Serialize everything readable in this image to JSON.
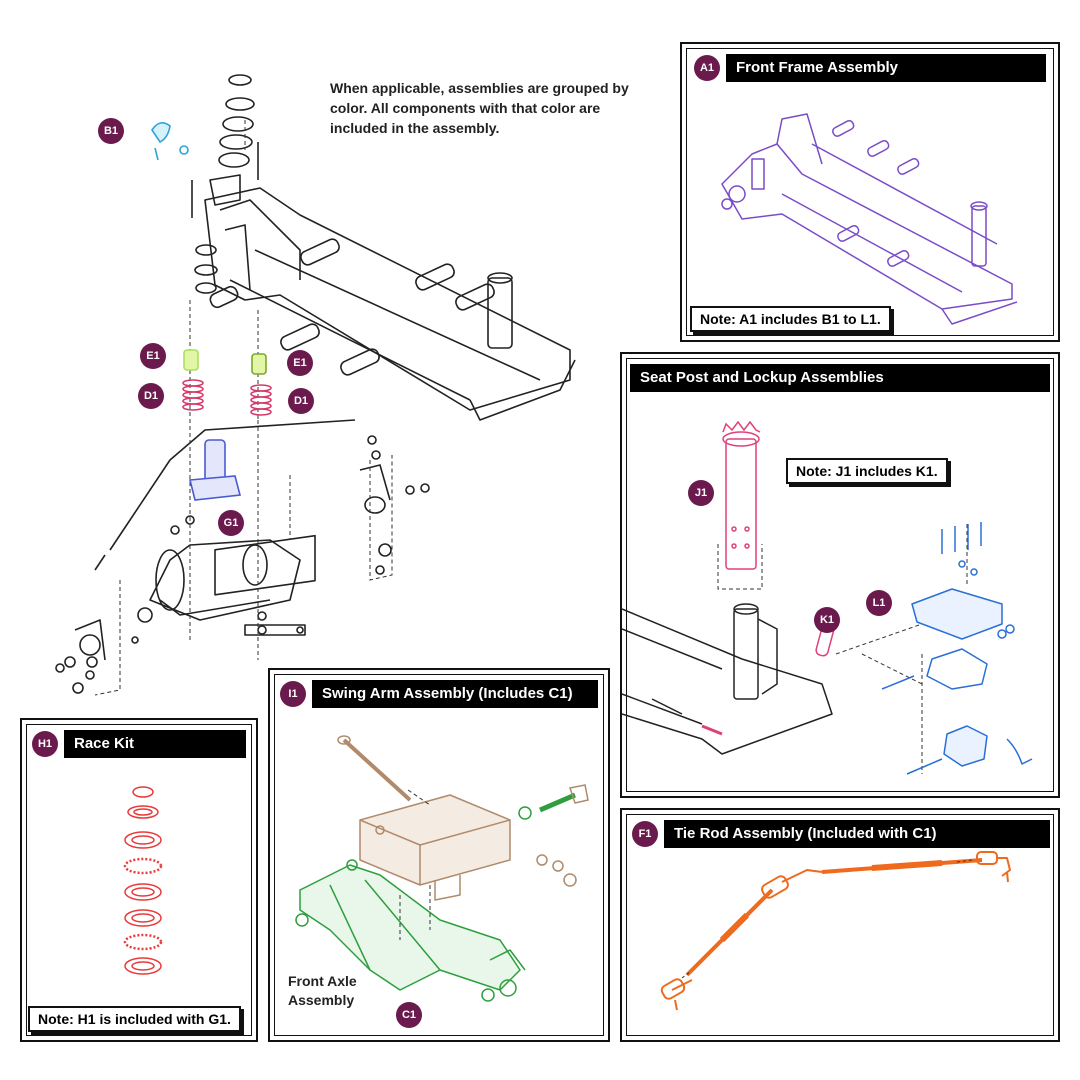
{
  "intro_text": "When applicable, assemblies are grouped by color. All components with that color are included in the assembly.",
  "colors": {
    "badge": "#6b1a4d",
    "front_frame": "#7a4cc9",
    "seat_post": "#e0407a",
    "lockup": "#2a6fd6",
    "swing_arm": "#2e9e3e",
    "tie_rod": "#f06a1e",
    "race_kit": "#e83a3a",
    "bracket": "#b08a6a",
    "spring": "#d63a6a",
    "bushing": "#a8e05a",
    "steering": "#4a5ad0"
  },
  "main_callouts": [
    {
      "id": "B1"
    },
    {
      "id": "E1"
    },
    {
      "id": "E1"
    },
    {
      "id": "D1"
    },
    {
      "id": "D1"
    },
    {
      "id": "G1"
    }
  ],
  "panels": {
    "front_frame": {
      "badge": "A1",
      "title": "Front Frame Assembly",
      "note": "Note: A1 includes B1 to L1."
    },
    "seat_post": {
      "title": "Seat Post and Lockup Assemblies",
      "note": "Note: J1 includes K1.",
      "callouts": [
        "J1",
        "K1",
        "L1"
      ]
    },
    "tie_rod": {
      "badge": "F1",
      "title": "Tie Rod Assembly (Included with C1)"
    },
    "swing_arm": {
      "badge": "I1",
      "title": "Swing Arm Assembly (Includes C1)",
      "label_line1": "Front Axle",
      "label_line2": "Assembly",
      "callout": "C1"
    },
    "race_kit": {
      "badge": "H1",
      "title": "Race Kit",
      "note": "Note: H1 is included with G1."
    }
  }
}
